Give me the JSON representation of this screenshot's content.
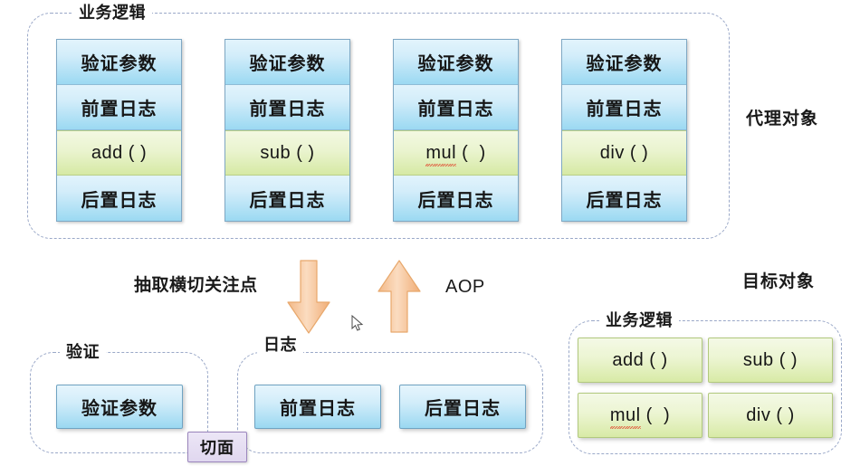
{
  "diagram": {
    "title_labels": {
      "proxy_object": "代理对象",
      "target_object": "目标对象"
    },
    "proxy_group": {
      "label": "业务逻辑",
      "columns": [
        {
          "name": "add-column",
          "cells": [
            {
              "text": "验证参数",
              "kind": "blue"
            },
            {
              "text": "前置日志",
              "kind": "blue"
            },
            {
              "text": "add ( )",
              "kind": "green",
              "misspelled": false
            },
            {
              "text": "后置日志",
              "kind": "blue"
            }
          ]
        },
        {
          "name": "sub-column",
          "cells": [
            {
              "text": "验证参数",
              "kind": "blue"
            },
            {
              "text": "前置日志",
              "kind": "blue"
            },
            {
              "text": "sub ( )",
              "kind": "green",
              "misspelled": false
            },
            {
              "text": "后置日志",
              "kind": "blue"
            }
          ]
        },
        {
          "name": "mul-column",
          "cells": [
            {
              "text": "验证参数",
              "kind": "blue"
            },
            {
              "text": "前置日志",
              "kind": "blue"
            },
            {
              "text": "mul ( )",
              "kind": "green",
              "misspelled": true
            },
            {
              "text": "后置日志",
              "kind": "blue"
            }
          ]
        },
        {
          "name": "div-column",
          "cells": [
            {
              "text": "验证参数",
              "kind": "blue"
            },
            {
              "text": "前置日志",
              "kind": "blue"
            },
            {
              "text": "div ( )",
              "kind": "green",
              "misspelled": false
            },
            {
              "text": "后置日志",
              "kind": "blue"
            }
          ]
        }
      ]
    },
    "flow": {
      "extract_label": "抽取横切关注点",
      "aop_label": "AOP",
      "down_arrow": "down-arrow",
      "up_arrow": "up-arrow"
    },
    "aspect_chip": "切面",
    "validation_group": {
      "label": "验证",
      "boxes": [
        "验证参数"
      ]
    },
    "log_group": {
      "label": "日志",
      "boxes": [
        "前置日志",
        "后置日志"
      ]
    },
    "target_group": {
      "label": "业务逻辑",
      "boxes": [
        {
          "text": "add ( )",
          "misspelled": false
        },
        {
          "text": "sub ( )",
          "misspelled": false
        },
        {
          "text": "mul ( )",
          "misspelled": true
        },
        {
          "text": "div ( )",
          "misspelled": false
        }
      ]
    },
    "colors": {
      "dashed_border": "#9aa8c8",
      "blue_box_border": "#6fa3c2",
      "blue_box_fill_top": "#e6f5fd",
      "blue_box_fill_bottom": "#9ad8f1",
      "green_box_border": "#b2c97e",
      "green_box_fill_top": "#f4f9e6",
      "green_box_fill_bottom": "#d8eaa6",
      "arrow_fill": "#f6c79a",
      "arrow_border": "#e8a86c",
      "chip_border": "#9b86bd",
      "chip_fill": "#e4dcf1",
      "misspell_underline": "#e06a4a",
      "text": "#161616"
    }
  }
}
